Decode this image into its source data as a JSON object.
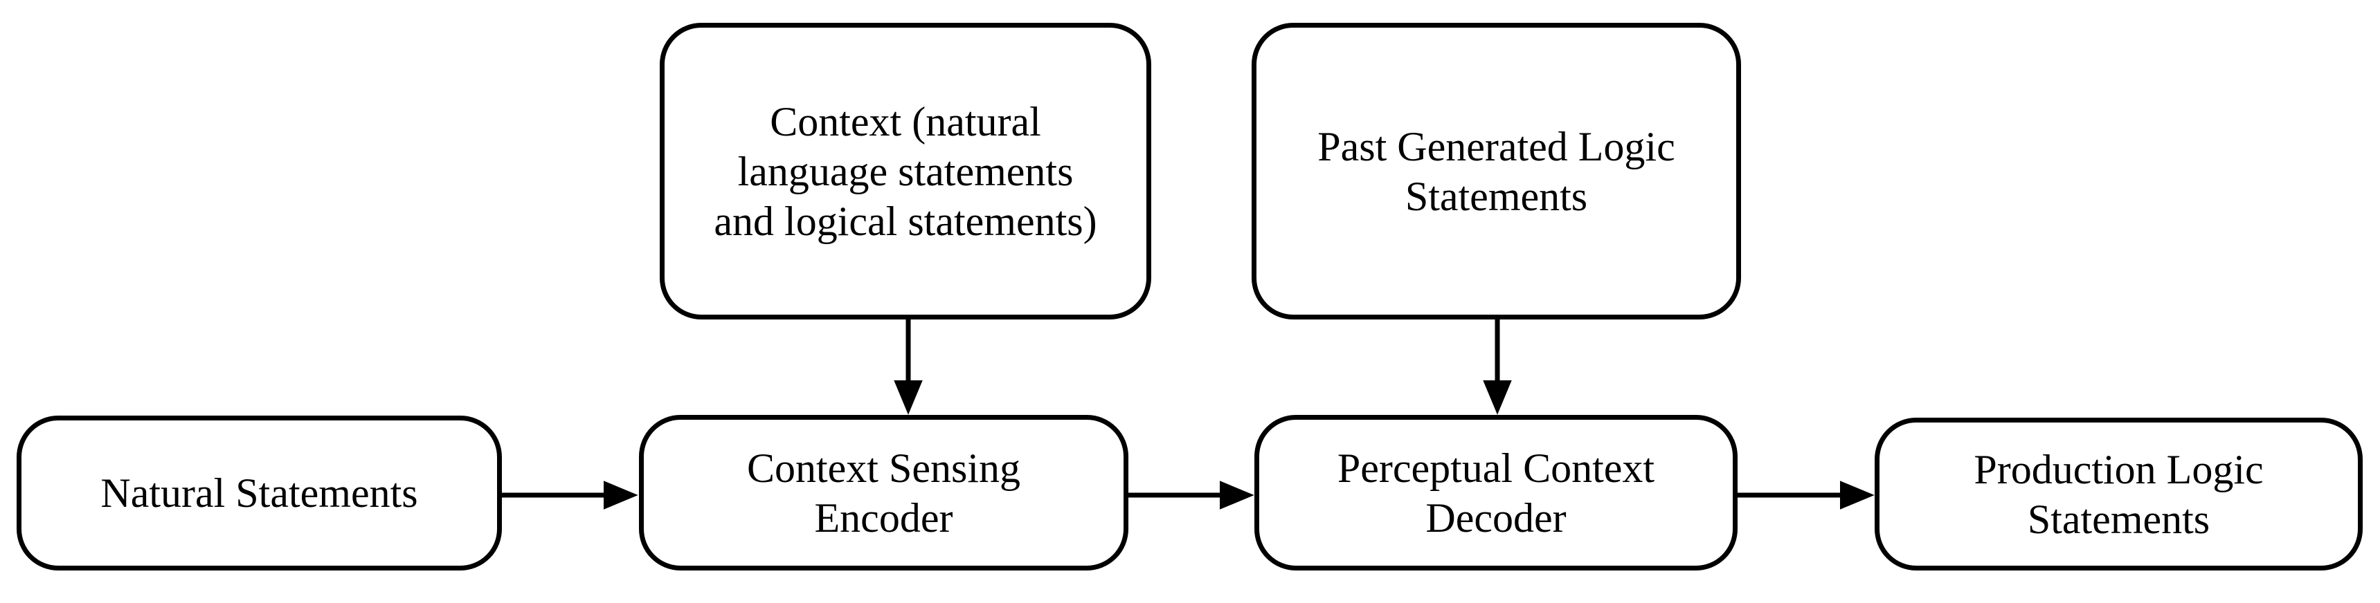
{
  "diagram": {
    "type": "flowchart",
    "background_color": "#ffffff",
    "stroke_color": "#000000",
    "text_color": "#000000",
    "nodes": {
      "context": {
        "label": "Context (natural\nlanguage statements\nand logical statements)"
      },
      "past_generated": {
        "label": "Past Generated Logic\nStatements"
      },
      "natural": {
        "label": "Natural Statements"
      },
      "encoder": {
        "label": "Context Sensing\nEncoder"
      },
      "decoder": {
        "label": "Perceptual Context\nDecoder"
      },
      "production": {
        "label": "Production Logic\nStatements"
      }
    },
    "edges": [
      {
        "from": "Natural Statements",
        "to": "Context Sensing Encoder",
        "direction": "right"
      },
      {
        "from": "Context (natural language statements and logical statements)",
        "to": "Context Sensing Encoder",
        "direction": "down"
      },
      {
        "from": "Context Sensing Encoder",
        "to": "Perceptual Context Decoder",
        "direction": "right"
      },
      {
        "from": "Past Generated Logic Statements",
        "to": "Perceptual Context Decoder",
        "direction": "down"
      },
      {
        "from": "Perceptual Context Decoder",
        "to": "Production Logic Statements",
        "direction": "right"
      }
    ]
  }
}
